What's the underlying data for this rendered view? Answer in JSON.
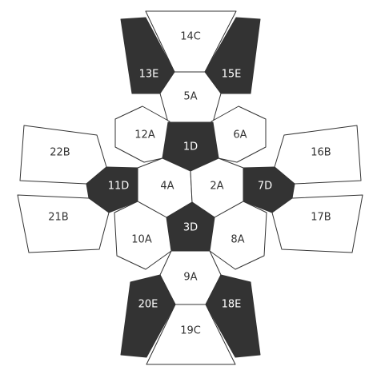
{
  "colors": {
    "dark": "#333333",
    "light": "#ffffff"
  },
  "seats": {
    "s14C": "14C",
    "s13E": "13E",
    "s15E": "15E",
    "s5A": "5A",
    "s12A": "12A",
    "s1D": "1D",
    "s6A": "6A",
    "s22B": "22B",
    "s16B": "16B",
    "s11D": "11D",
    "s4A": "4A",
    "s2A": "2A",
    "s7D": "7D",
    "s21B": "21B",
    "s17B": "17B",
    "s10A": "10A",
    "s3D": "3D",
    "s8A": "8A",
    "s9A": "9A",
    "s20E": "20E",
    "s18E": "18E",
    "s19C": "19C"
  }
}
